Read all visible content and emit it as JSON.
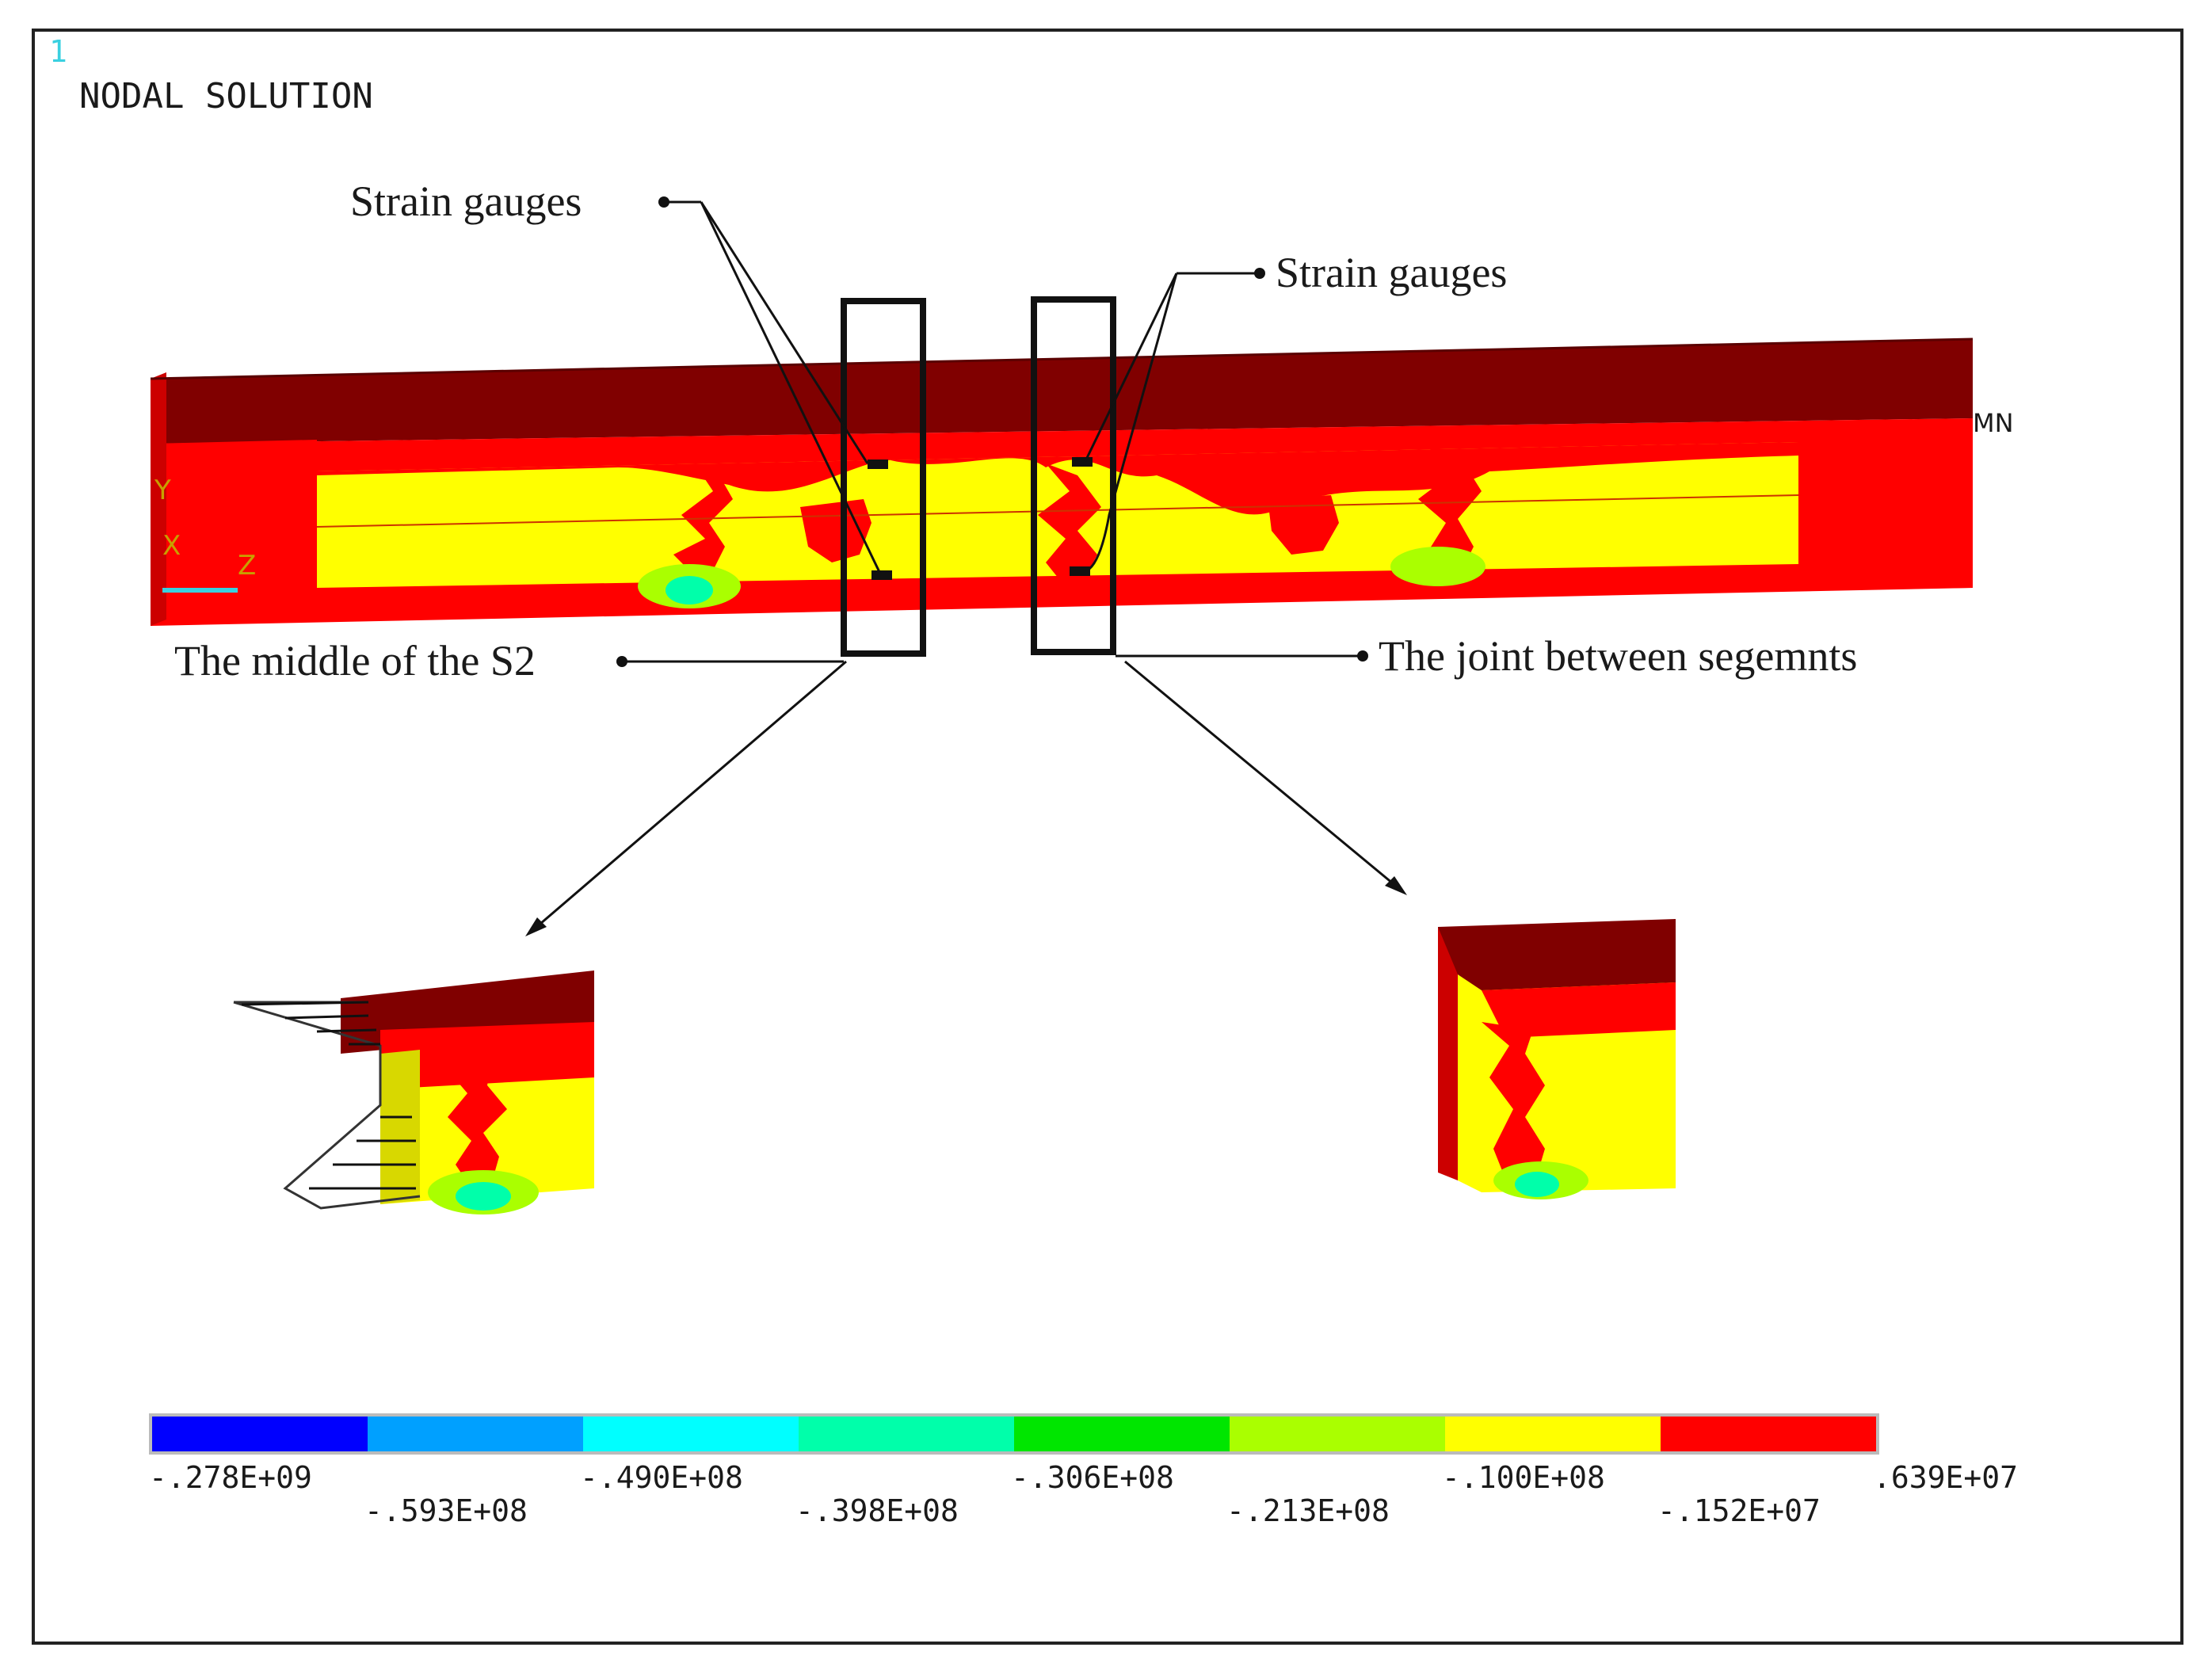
{
  "window": {
    "number": "1",
    "title": "NODAL SOLUTION"
  },
  "labels": {
    "strain_gauges_left": "Strain gauges",
    "strain_gauges_right": "Strain gauges",
    "middle_of_s2": "The middle of the S2",
    "joint_between_segments": "The joint between segemnts",
    "mn_marker": "MN"
  },
  "triad": {
    "y": "Y",
    "x": "X",
    "z": "Z"
  },
  "legend": {
    "colors": [
      "#0000ff",
      "#00a0ff",
      "#00ffff",
      "#00ffaa",
      "#00e600",
      "#aaff00",
      "#ffff00",
      "#ff0000"
    ],
    "values": [
      "-.278E+09",
      "-.593E+08",
      "-.490E+08",
      "-.398E+08",
      "-.306E+08",
      "-.213E+08",
      "-.100E+08",
      "-.152E+07",
      ".639E+07"
    ]
  },
  "colors": {
    "dark_red": "#800000",
    "red": "#ff0000",
    "yellow": "#ffff00",
    "lime": "#aaff00",
    "green": "#00e600",
    "cyan": "#00ffff",
    "frame": "#222222"
  }
}
